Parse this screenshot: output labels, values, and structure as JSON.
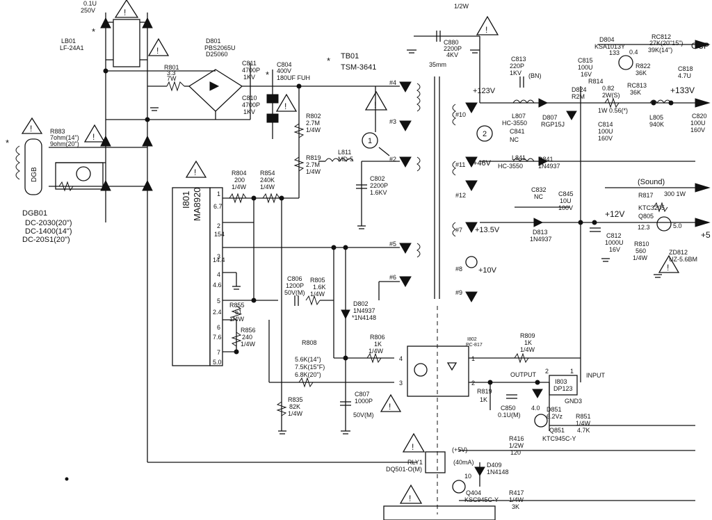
{
  "labels": {
    "top_cap": "0.1U",
    "top_cap_v": "250V",
    "top_res_w": "1/2W",
    "lb801": "LB01",
    "lb801_part": "LF-24A1",
    "star": "*",
    "d801": "D801",
    "d801_part1": "PBS2065U",
    "d801_part2": "D25060",
    "r801": "R801",
    "r801_val": "3.3",
    "r801_w": "7W",
    "c811": "C811",
    "c811_val": "4700P",
    "c811_v": "1KV",
    "c810": "C810",
    "c810_val": "4700P",
    "c810_v": "1KV",
    "c804": "C804",
    "c804_v": "400V",
    "c804_val": "180UF FUH",
    "r802": "R802",
    "r802_val": "2.7M",
    "r802_w": "1/4W",
    "r819": "R819",
    "r819_val": "2.7M",
    "r819_w": "1/4W",
    "t801": "TB01",
    "t801_part": "TSM-3641",
    "t801_dim": "35mm",
    "c880": "C880",
    "c880_val": "2200P",
    "c880_v": "4KV",
    "c813": "C813",
    "c813_val": "220P",
    "c813_v": "1KV",
    "bn": "(BN)",
    "l807": "L807",
    "l807_part": "HC-3550",
    "d807": "D807",
    "d807_part": "RGP15J",
    "c841": "C841",
    "c841_val": "NC",
    "l841": "L841",
    "l841_part": "HC-3550",
    "d841": "D841",
    "d841_part": "1N4937",
    "v123": "+123V",
    "v45": "+46V",
    "v135": "+13.5V",
    "v10": "+10V",
    "v12": "+12V",
    "v133": "+133V",
    "v5": "+5",
    "v5b": "(+5V)",
    "ocp": "OCP",
    "d804": "D804",
    "d804_part": "KSA1013Y",
    "q1": "133",
    "q2": "0.4",
    "rc812": "RC812",
    "rc812_a": "27K(20\"15\")",
    "rc812_b": "39K(14\")",
    "c815": "C815",
    "c815_val": "100U",
    "c815_v": "16V",
    "r822": "R822",
    "r822_val": "36K",
    "c818": "C818",
    "c818_val": "4.7U",
    "r814": "R814",
    "r814_val": "0.82",
    "r814_w": "2W(S)",
    "r814_a": "1W",
    "r814_b": "0.56(*)",
    "rc813": "RC813",
    "rc813_val": "36K",
    "d824": "D824",
    "d824_val": "R2M",
    "c814": "C814",
    "c814_val": "100U",
    "c814_v": "160V",
    "l805": "L805",
    "l805_val": "940K",
    "c820": "C820",
    "c820_val": "100U",
    "c820_v": "160V",
    "c832": "C832",
    "c832_val": "NC",
    "c845": "C845",
    "c845_val": "10U",
    "c845_v": "100V",
    "d813": "D813",
    "d813_part": "1N4937",
    "sound": "(Sound)",
    "r817": "R817",
    "r817_val": "300 1W",
    "ktc": "KTC3205",
    "q805": "Q805",
    "q805_b": "12.3",
    "q805_e": "5.0",
    "c812": "C812",
    "c812_val": "1000U",
    "c812_v": "16V",
    "r810": "R810",
    "r810_val": "560",
    "r810_w": "1/4W",
    "zd812": "ZD812",
    "zd812_val": "UZ-5.6BM",
    "dgb01": "DGB01",
    "dc1": "DC-2030(20\")",
    "dc2": "DC-1400(14\")",
    "dc3": "DC-20S1(20\")",
    "r883": "R883",
    "r883_a": "7ohm(14\")",
    "r883_b": "9ohm(20\")",
    "dgb": "DGB",
    "i801": "I801",
    "ma": "MA8920",
    "r804": "R804",
    "r804_val": "200",
    "r804_w": "1/4W",
    "r854": "R854",
    "r854_val": "240K",
    "r854_w": "1/4W",
    "l811": "L811",
    "l811_part": "MD-5",
    "c802": "C802",
    "c802_val": "2200P",
    "c802_v": "1.6KV",
    "c806": "C806",
    "c806_val": "1200P",
    "c806_v": "50V(M)",
    "r805": "R805",
    "r805_val": "1.6K",
    "r805_w": "1/4W",
    "r855": "R855",
    "r855_val": "51",
    "r855_w": "1/4W",
    "r856": "R856",
    "r856_val": "240",
    "r856_w": "1/4W",
    "d802": "D802",
    "d802_part": "1N4937",
    "d802_alt": "*1N4148",
    "r808": "R808",
    "r808_a": "5.6K(14\")",
    "r808_b": "7.5K(15\"F)",
    "r808_c": "6.8K(20\")",
    "r806": "R806",
    "r806_val": "1K",
    "r806_w": "1/4W",
    "i802": "I802",
    "i802_part": "PC-817",
    "r809": "R809",
    "r809_val": "1K",
    "r809_w": "1/4W",
    "r835": "R835",
    "r835_val": "82K",
    "r835_w": "1/4W",
    "c807": "C807",
    "c807_val": "1000P",
    "c807_v": "50V(M)",
    "r819b": "R819",
    "r819b_val": "1K",
    "output": "OUTPUT",
    "input": "INPUT",
    "c850": "C850",
    "c850_val": "0.1U(M)",
    "i803": "I803",
    "i803_part": "DP123",
    "gnd": "GND",
    "n1": "1",
    "n2": "2",
    "n3": "3",
    "v40": "4.0",
    "d851": "D851",
    "d851_val": "6.2Vz",
    "r851": "R851",
    "r851_w": "1/4W",
    "r851_val": "4.7K",
    "q851": "Q851",
    "q851_part": "KTC945C-Y",
    "r416": "R416",
    "r416_w": "1/2W",
    "r416_val": "120",
    "rly1": "RLY1",
    "rly1_part": "DQ501-O(M)",
    "ma40": "(40mA)",
    "d409": "D409",
    "d409_part": "1N4148",
    "q404": "Q404",
    "q404_part": "KSC945C-Y",
    "r417": "R417",
    "r417_w": "1/4W",
    "r417_val": "3K",
    "n10": "10",
    "p4": "#4",
    "p3": "#3",
    "p2": "#2",
    "p5": "#5",
    "p6": "#6",
    "p10": "#10",
    "p11": "#11",
    "p12": "#12",
    "p7": "#7",
    "p8": "#8",
    "p9": "#9",
    "circ1": "1",
    "circ2": "2",
    "ic_pins": [
      "1",
      "2",
      "3",
      "4",
      "5",
      "6",
      "7"
    ],
    "ic_volts": [
      "6.7",
      "154",
      "14.4",
      "4.6",
      "2.4",
      "7.6",
      "5.0"
    ],
    "opto_pins": [
      "4",
      "3",
      "1",
      "2"
    ]
  }
}
